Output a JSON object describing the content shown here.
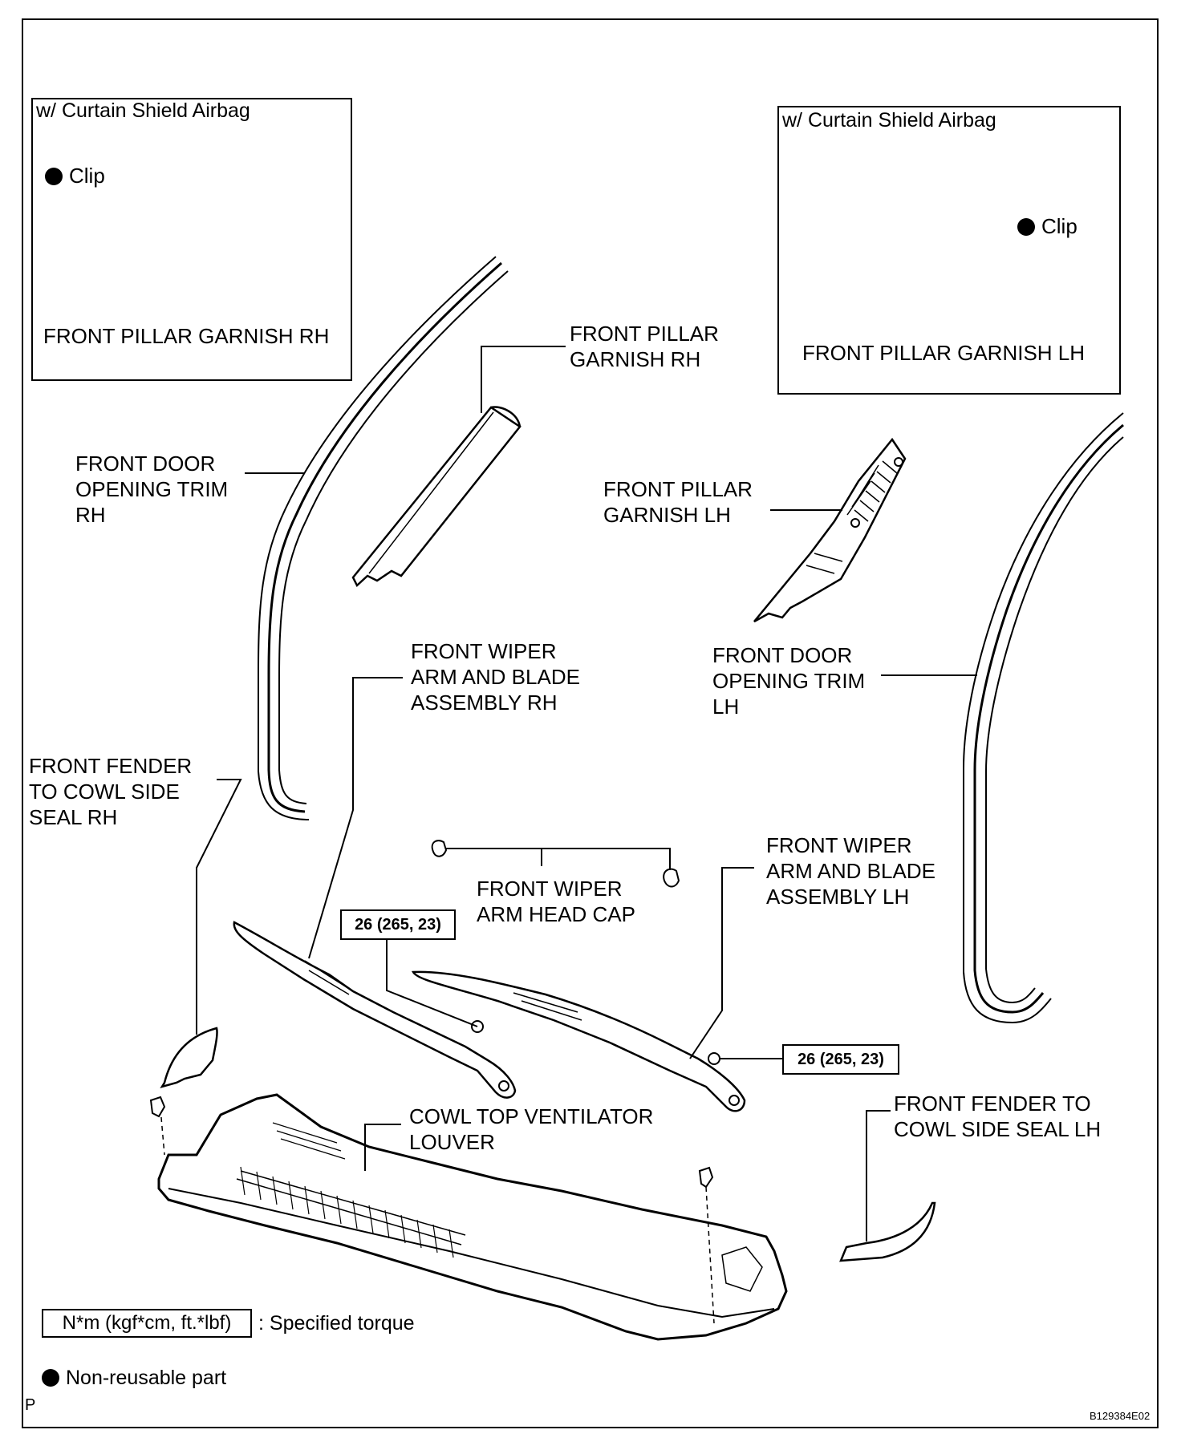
{
  "insets": {
    "left": {
      "title": "w/ Curtain Shield Airbag",
      "clip_label": "Clip",
      "part_label": "FRONT PILLAR GARNISH RH"
    },
    "right": {
      "title": "w/ Curtain Shield Airbag",
      "clip_label": "Clip",
      "part_label": "FRONT PILLAR GARNISH LH"
    }
  },
  "labels": {
    "front_pillar_garnish_rh": "FRONT PILLAR\nGARNISH RH",
    "front_door_opening_trim_rh": "FRONT DOOR\nOPENING TRIM\nRH",
    "front_pillar_garnish_lh": "FRONT PILLAR\nGARNISH LH",
    "front_door_opening_trim_lh": "FRONT DOOR\nOPENING TRIM\nLH",
    "front_wiper_arm_rh": "FRONT WIPER\nARM AND BLADE\nASSEMBLY RH",
    "front_fender_seal_rh": "FRONT FENDER\nTO COWL SIDE\nSEAL RH",
    "front_wiper_head_cap": "FRONT WIPER\nARM HEAD CAP",
    "front_wiper_arm_lh": "FRONT WIPER\nARM AND BLADE\nASSEMBLY LH",
    "front_fender_seal_lh": "FRONT FENDER TO\nCOWL SIDE SEAL LH",
    "cowl_louver": "COWL TOP VENTILATOR\nLOUVER"
  },
  "torques": {
    "left": "26 (265, 23)",
    "right": "26 (265, 23)"
  },
  "legend": {
    "torque_box": "N*m (kgf*cm, ft.*lbf)",
    "torque_text": ": Specified torque",
    "nonreusable_text": "Non-reusable part"
  },
  "corner_mark": "P",
  "figure_id": "B129384E02"
}
